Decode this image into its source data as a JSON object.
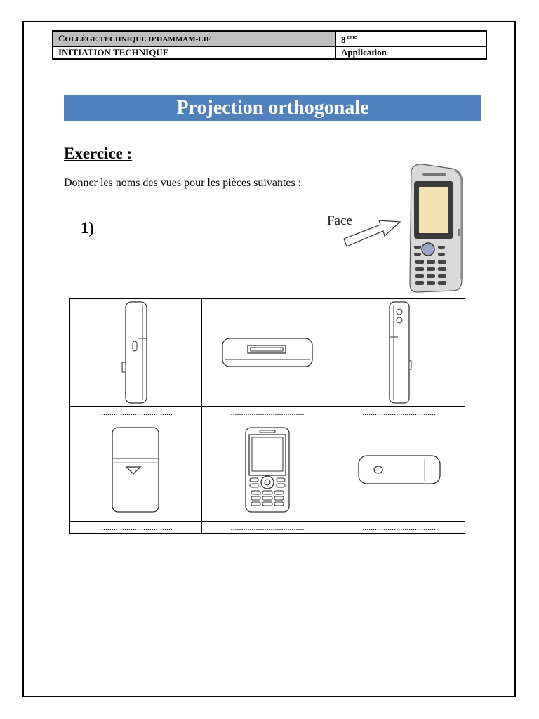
{
  "header": {
    "school_first_letter": "C",
    "school_rest": "OLLÈGE TECHNIQUE D’HAMMAM-LIF",
    "grade_number": "8",
    "grade_suffix": "eme",
    "subject": "INITIATION TECHNIQUE",
    "type": "Application"
  },
  "title": "Projection orthogonale",
  "exercise": {
    "heading": "Exercice :",
    "instruction": "Donner les noms des vues pour les pièces suivantes :",
    "number": "1)",
    "face_label": "Face"
  },
  "answer_blank": "...................................",
  "views": [
    {
      "icon": "phone-side-view-left-icon"
    },
    {
      "icon": "phone-top-view-icon"
    },
    {
      "icon": "phone-side-view-right-icon"
    },
    {
      "icon": "phone-back-view-icon"
    },
    {
      "icon": "phone-front-view-icon"
    },
    {
      "icon": "phone-bottom-view-icon"
    }
  ]
}
